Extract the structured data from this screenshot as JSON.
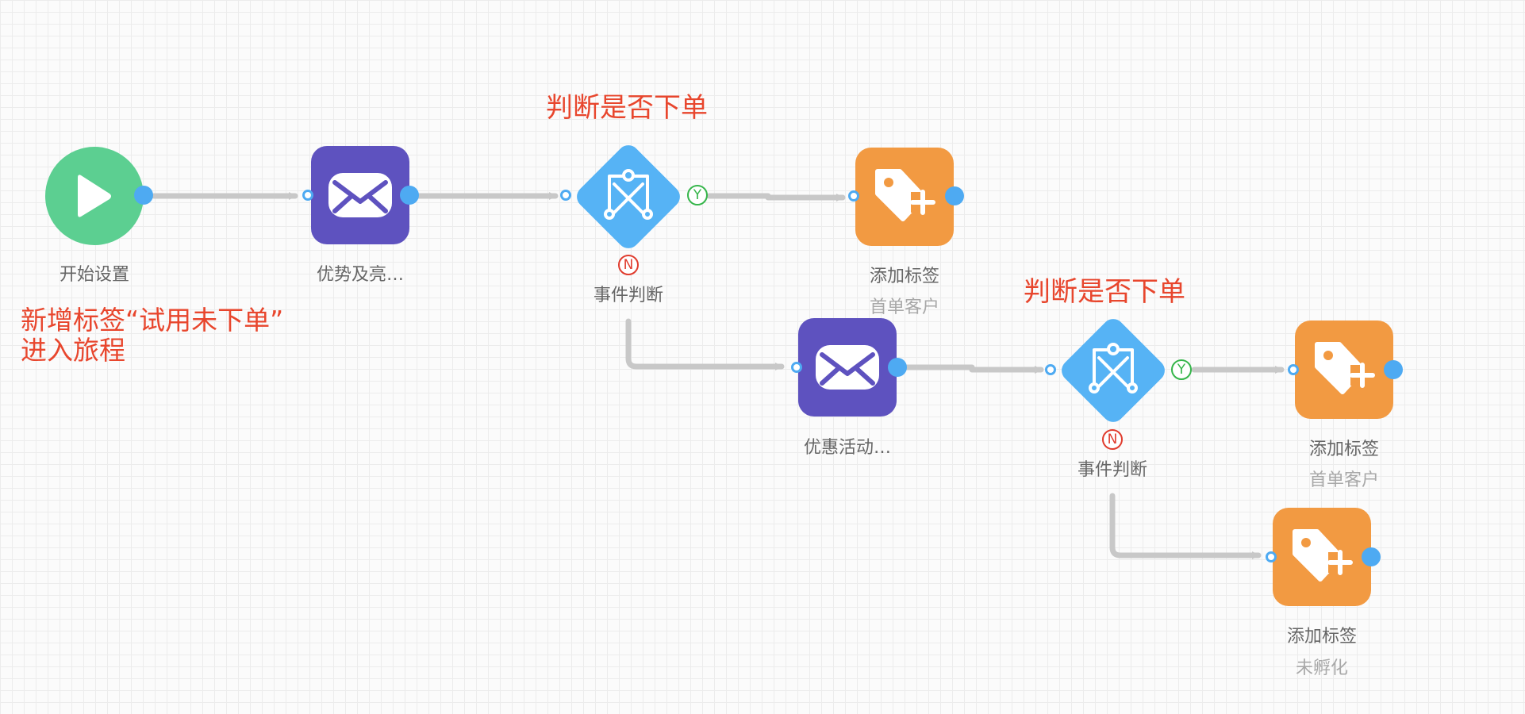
{
  "annotations": {
    "decision_1_title": "判断是否下单",
    "decision_2_title": "判断是否下单",
    "note_line_1": "新增标签“试用未下单”",
    "note_line_2": "进入旅程"
  },
  "nodes": {
    "start": {
      "label": "开始设置",
      "icon": "play-icon"
    },
    "email_1": {
      "label": "优势及亮…",
      "icon": "envelope-icon"
    },
    "decision_1": {
      "label": "事件判断",
      "icon": "branch-icon",
      "yes": "Y",
      "no": "N"
    },
    "tag_1": {
      "label": "添加标签",
      "sublabel": "首单客户",
      "icon": "tag-plus-icon"
    },
    "email_2": {
      "label": "优惠活动…",
      "icon": "envelope-icon"
    },
    "decision_2": {
      "label": "事件判断",
      "icon": "branch-icon",
      "yes": "Y",
      "no": "N"
    },
    "tag_2": {
      "label": "添加标签",
      "sublabel": "首单客户",
      "icon": "tag-plus-icon"
    },
    "tag_3": {
      "label": "添加标签",
      "sublabel": "未孵化",
      "icon": "tag-plus-icon"
    }
  },
  "colors": {
    "start": "#5ccf91",
    "email": "#5e52bf",
    "decision": "#56b3f5",
    "tag": "#f29a42",
    "port": "#4eaaf2",
    "edge": "#c8c8c8",
    "annotation": "#e8462d",
    "yes": "#35b54a",
    "no": "#e03c2e"
  }
}
